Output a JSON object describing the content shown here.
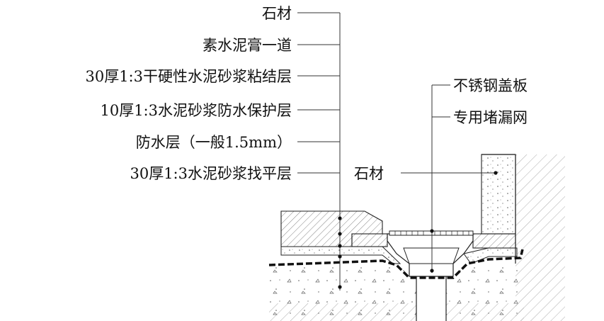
{
  "left_labels": [
    "石材",
    "素水泥膏一道",
    "30厚1:3干硬性水泥砂浆粘结层",
    "10厚1:3水泥砂浆防水保护层",
    "防水层（一般1.5mm）",
    "30厚1:3水泥砂浆找平层"
  ],
  "right_labels": [
    "不锈钢盖板",
    "专用堵漏网"
  ],
  "middle_label": "石材",
  "colors": {
    "line": "#222222",
    "leader": "#333333",
    "hatch": "#555555",
    "background": "#ffffff"
  }
}
